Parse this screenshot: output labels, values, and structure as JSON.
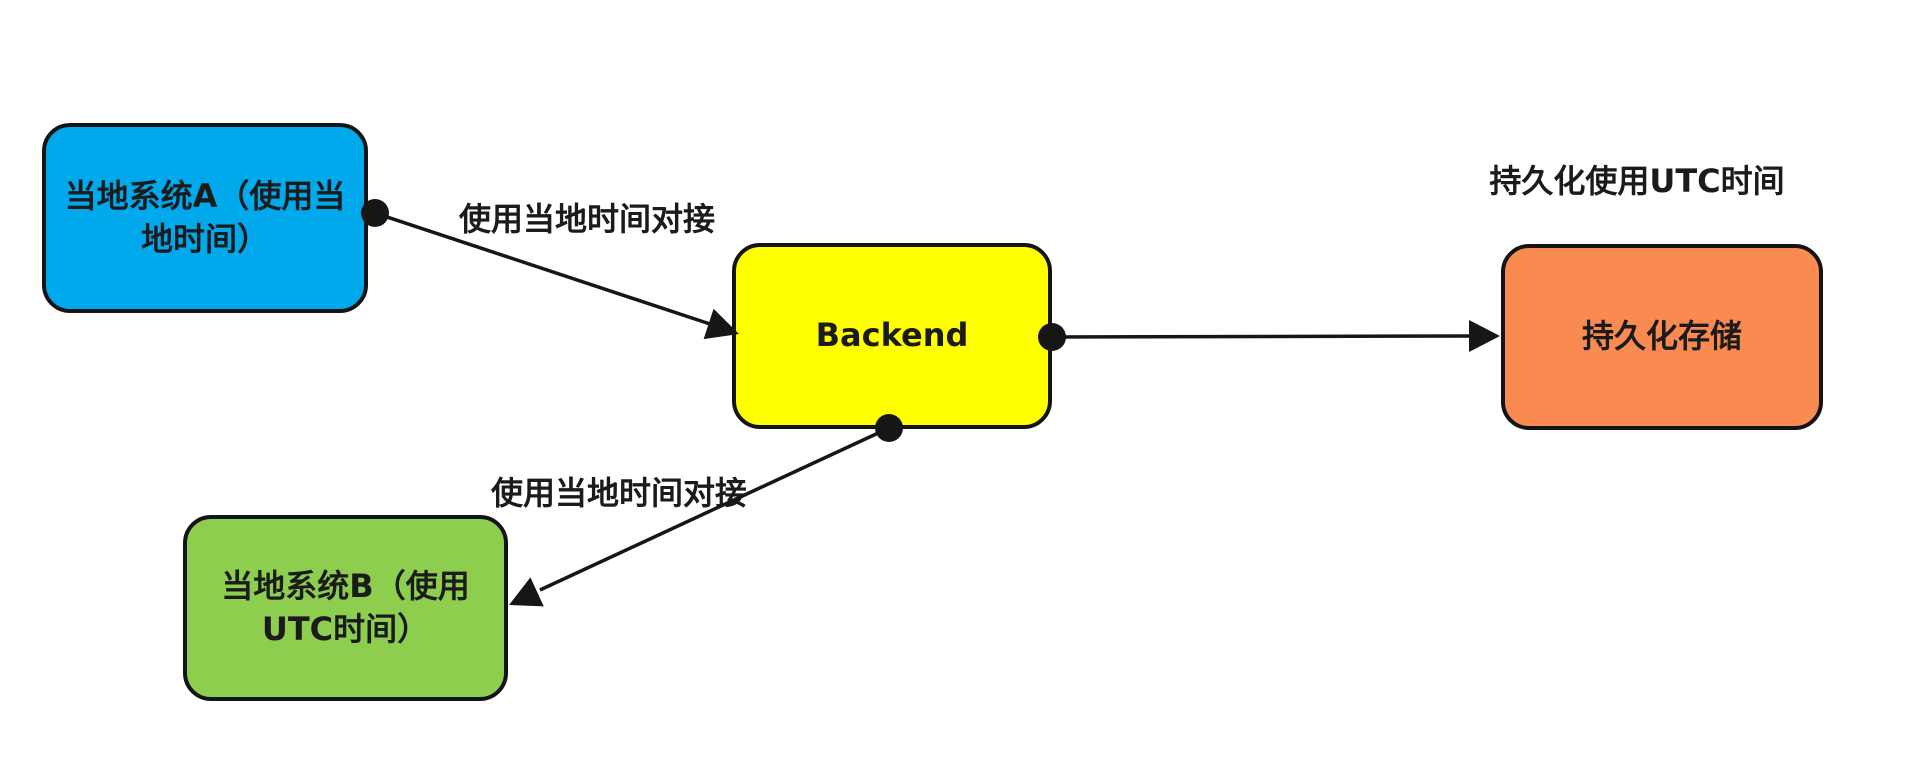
{
  "diagram": {
    "background_color": "#ffffff",
    "stroke_color": "#161616",
    "text_color": "#1b1b1b",
    "nodes": {
      "system_a": {
        "label": "当地系统A（使用当地时间）",
        "fill": "#00A8EC"
      },
      "backend": {
        "label": "Backend",
        "fill": "#FFFF00"
      },
      "storage": {
        "label": "持久化存储",
        "fill": "#FA8B50"
      },
      "system_b": {
        "label": "当地系统B（使用UTC时间）",
        "fill": "#8DCE4F"
      }
    },
    "edges": {
      "a_to_backend": {
        "label": "使用当地时间对接"
      },
      "backend_to_b": {
        "label": "使用当地时间对接"
      }
    },
    "annotations": {
      "storage_note": "持久化使用UTC时间"
    }
  }
}
